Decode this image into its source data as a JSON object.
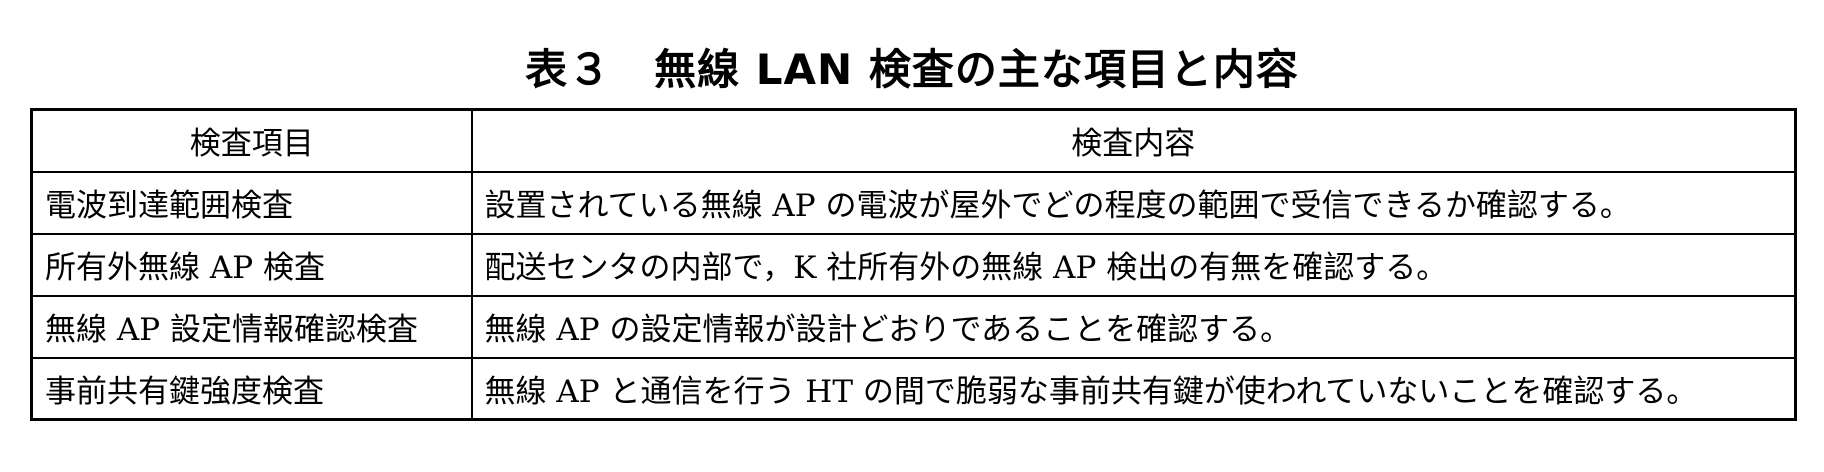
{
  "table_title": "表３　無線 LAN 検査の主な項目と内容",
  "headers": [
    "検査項目",
    "検査内容"
  ],
  "rows": [
    [
      "電波到達範囲検査",
      "設置されている無線 AP の電波が屋外でどの程度の範囲で受信できるか確認する。"
    ],
    [
      "所有外無線 AP 検査",
      "配送センタの内部で，K 社所有外の無線 AP 検出の有無を確認する。"
    ],
    [
      "無線 AP 設定情報確認検査",
      "無線 AP の設定情報が設計どおりであることを確認する。"
    ],
    [
      "事前共有鍵強度検査",
      "無線 AP と通信を行う HT の間で脆弱な事前共有鍵が使われていないことを確認する。"
    ]
  ]
}
